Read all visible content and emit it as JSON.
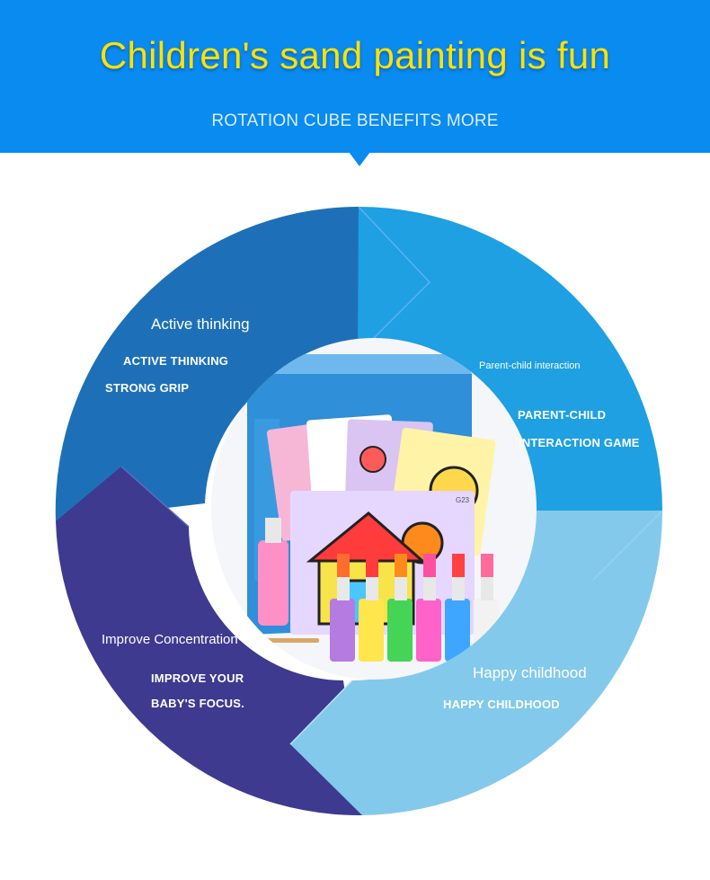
{
  "header": {
    "title": "Children's sand painting is fun",
    "subtitle": "ROTATION CUBE BENEFITS MORE"
  },
  "benefits": [
    {
      "heading": "Active thinking",
      "lines": [
        "ACTIVE THINKING",
        "STRONG GRIP"
      ],
      "color": "#1d70b8"
    },
    {
      "heading": "Parent-child interaction",
      "lines": [
        "PARENT-CHILD",
        "INTERACTION GAME"
      ],
      "color": "#1ea0e3"
    },
    {
      "heading": "Happy childhood",
      "lines": [
        "HAPPY CHILDHOOD"
      ],
      "color": "#83c9ec"
    },
    {
      "heading": "Improve Concentration",
      "lines": [
        "IMPROVE YOUR",
        "BABY'S FOCUS."
      ],
      "color": "#3d3a8f"
    }
  ],
  "product": {
    "box_label": "G23"
  }
}
